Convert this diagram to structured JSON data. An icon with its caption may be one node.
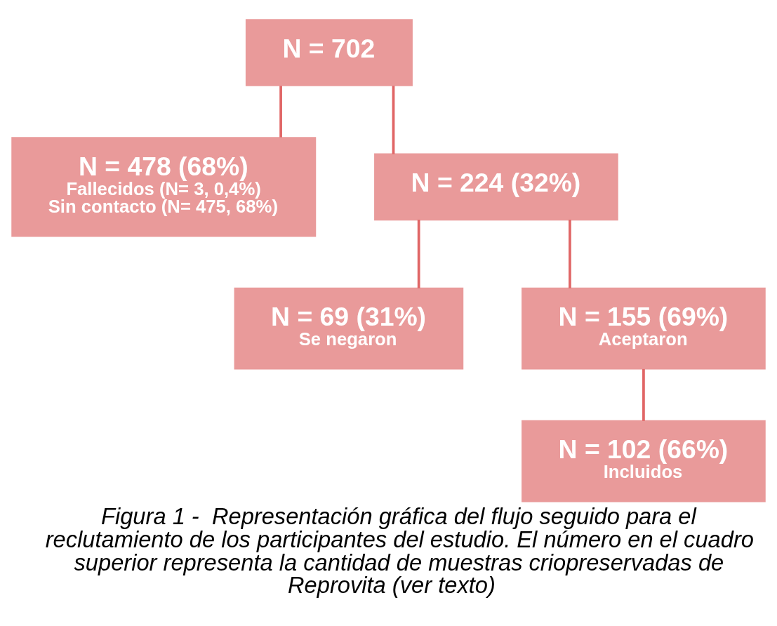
{
  "diagram": {
    "caption": "Figura 1 -  Representación gráfica del flujo seguido para el reclutamiento de los participantes del estudio. El número en el cuadro superior representa la cantidad de muestras criopreservadas de Reprovita (ver texto)",
    "nodes": [
      {
        "text": [
          "N = 702"
        ]
      },
      {
        "text": [
          "N = 478 (68%)",
          "Fallecidos (N= 3, 0,4%)",
          "Sin contacto (N= 475, 68%)"
        ]
      },
      {
        "text": [
          "N = 224 (32%)"
        ]
      },
      {
        "text": [
          "N = 69 (31%)",
          "Se negaron"
        ]
      },
      {
        "text": [
          "N = 155 (69%)",
          "Aceptaron"
        ]
      },
      {
        "text": [
          "N = 102 (66%)",
          "Incluidos"
        ]
      }
    ],
    "edges": [
      {
        "from": 0,
        "to": 1,
        "arrow": "none"
      },
      {
        "from": 0,
        "to": 2,
        "arrow": "none"
      },
      {
        "from": 2,
        "to": 3,
        "arrow": "none"
      },
      {
        "from": 2,
        "to": 4,
        "arrow": "none"
      },
      {
        "from": 4,
        "to": 5,
        "arrow": "none"
      }
    ]
  }
}
